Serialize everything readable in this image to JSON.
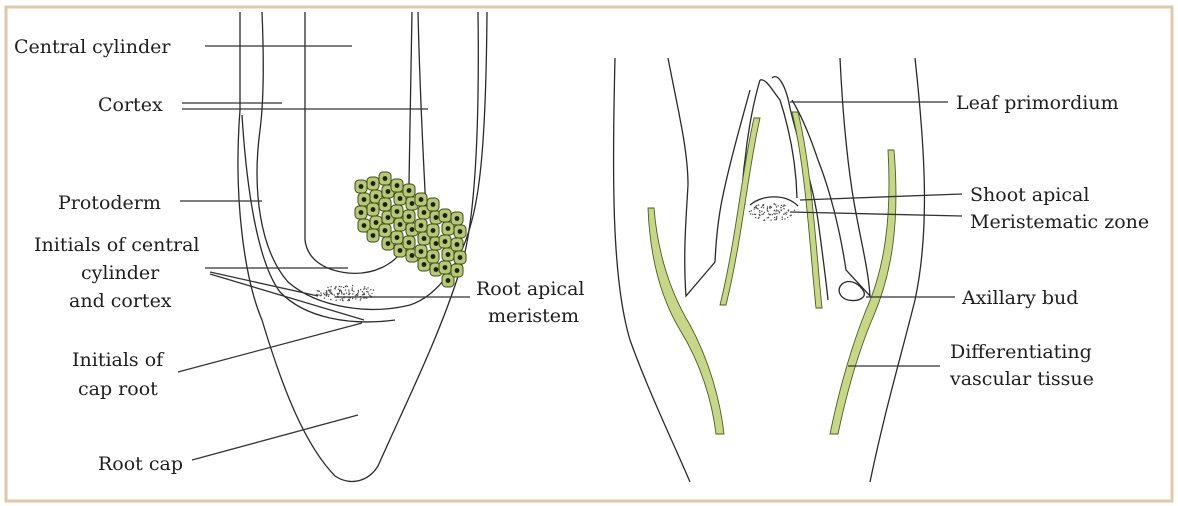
{
  "colors": {
    "frame": "#e3c7a8",
    "cell_fill": "#b6c878",
    "cell_edge": "#3c4a16",
    "vascular_fill": "#c8d68a",
    "ink": "#1e1e1e"
  },
  "root_tip": {
    "labels": {
      "central_cylinder": "Central cylinder",
      "cortex": "Cortex",
      "protoderm": "Protoderm",
      "initials_central": [
        "Initials of central",
        "cylinder",
        "and cortex"
      ],
      "root_apical_meristem": [
        "Root apical",
        "meristem"
      ],
      "initials_cap": [
        "Initials of",
        "cap root"
      ],
      "root_cap": "Root cap"
    }
  },
  "shoot_tip": {
    "labels": {
      "leaf_primordium": "Leaf primordium",
      "shoot_apical": [
        "Shoot apical",
        "Meristematic zone"
      ],
      "axillary_bud": "Axillary bud",
      "vascular_tissue": [
        "Differentiating",
        "vascular tissue"
      ]
    }
  }
}
